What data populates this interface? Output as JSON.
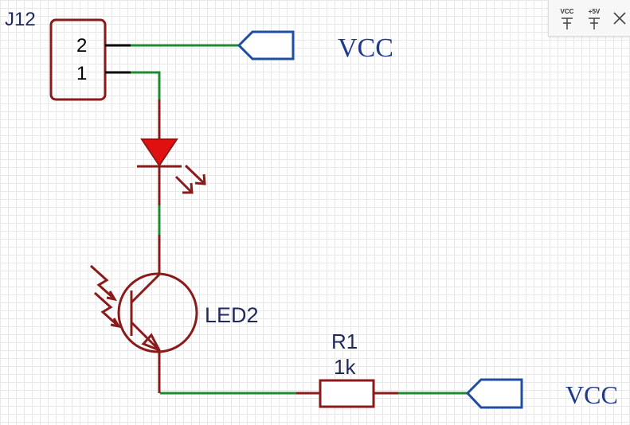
{
  "colors": {
    "component": "#8b1a1a",
    "wire": "#1e8c2e",
    "pin": "#000000",
    "port": "#1f4ea0",
    "label": "#1f3a8a",
    "led_fill": "#e01010"
  },
  "connector": {
    "ref": "J12",
    "pins": [
      "2",
      "1"
    ]
  },
  "ports": [
    {
      "name": "VCC"
    },
    {
      "name": "VCC"
    }
  ],
  "phototransistor": {
    "ref": "LED2"
  },
  "resistor": {
    "ref": "R1",
    "value": "1k"
  },
  "toolbar": {
    "tools": [
      {
        "label": "VCC",
        "icon": "power-vcc-icon"
      },
      {
        "label": "+5V",
        "icon": "power-5v-icon"
      }
    ],
    "close_icon": "close-icon"
  }
}
